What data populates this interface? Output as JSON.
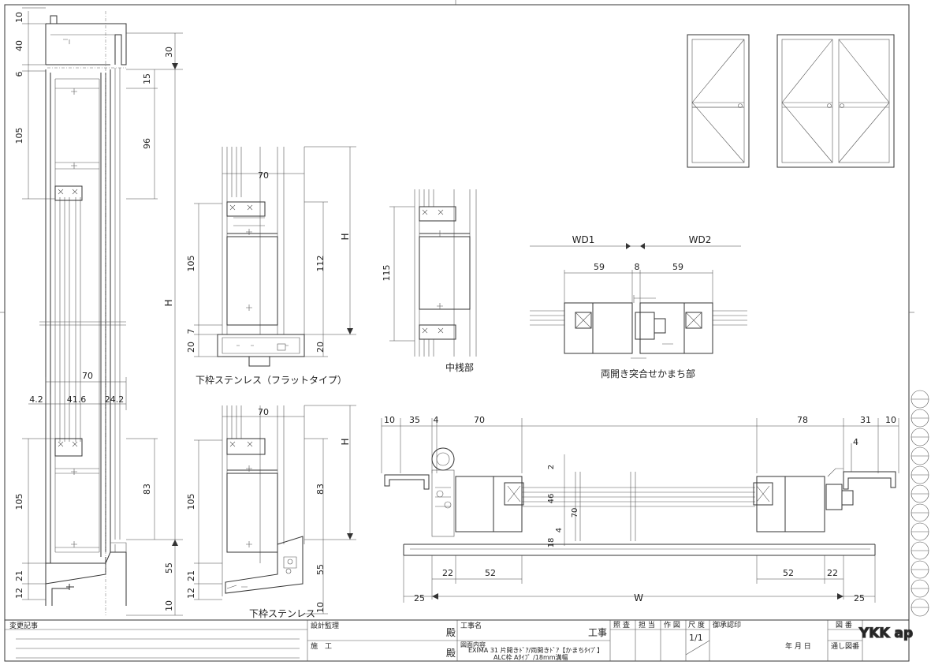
{
  "dims": {
    "left": {
      "d10": "10",
      "d40": "40",
      "d6": "6",
      "d105a": "105",
      "d105b": "105",
      "d21": "21",
      "d12": "12",
      "d30": "30",
      "d15": "15",
      "d96": "96",
      "d83": "83",
      "d55": "55",
      "d10b": "10",
      "H": "H",
      "d70": "70",
      "d4_2": "4.2",
      "d41_6": "41.6",
      "d24_2": "24.2"
    },
    "flat": {
      "d70": "70",
      "d105": "105",
      "d20": "20",
      "d7": "7",
      "d112": "112",
      "d20b": "20",
      "H": "H"
    },
    "sus": {
      "d70": "70",
      "d105": "105",
      "d21": "21",
      "d12": "12",
      "d83": "83",
      "d55": "55",
      "d10": "10",
      "H": "H"
    },
    "mid": {
      "d115": "115"
    },
    "meet": {
      "WD1": "WD1",
      "WD2": "WD2",
      "d59a": "59",
      "d8": "8",
      "d59b": "59"
    },
    "plan": {
      "d10a": "10",
      "d35": "35",
      "d4": "4",
      "d70": "70",
      "d78": "78",
      "d31": "31",
      "d10b": "10",
      "d4b": "4",
      "d2": "2",
      "d46": "46",
      "d70v": "70",
      "d4c": "4",
      "d18": "18",
      "d22a": "22",
      "d52a": "52",
      "d52b": "52",
      "d22b": "22",
      "d25a": "25",
      "W": "W",
      "d25b": "25"
    }
  },
  "captions": {
    "flat": "下枠ステンレス（フラットタイプ）",
    "sus": "下枠ステンレス",
    "mid": "中桟部",
    "meet": "両開き突合せかまち部"
  },
  "titleblock": {
    "change_record": "変更記事",
    "design_supervision": "設計監理",
    "construction": "施　工",
    "dono1": "殿",
    "dono2": "殿",
    "project_name": "工事名",
    "kouji": "工事",
    "drawing_content": "図面内容",
    "content_line1": "EXIMA 31 片開きﾄﾞｱ/両開きﾄﾞｱ【かまちﾀｲﾌﾟ】",
    "content_line2": "ALC枠 Aﾀｲﾌﾟ /18mm溝幅",
    "check": "照 査",
    "charge": "担 当",
    "drawn": "作 図",
    "scale_label": "尺 度",
    "scale": "1/1",
    "approval": "御承認印",
    "date": "年 月 日",
    "drawing_no": "図 番",
    "serial_no": "通し図番",
    "logo": "YKK ap"
  }
}
